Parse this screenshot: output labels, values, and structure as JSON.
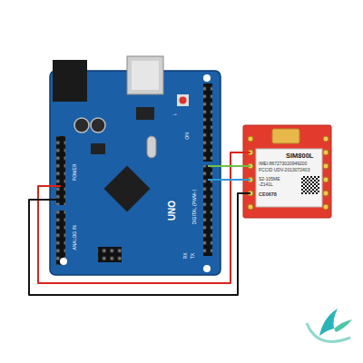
{
  "diagram": {
    "nodes": [
      {
        "text": [
          "UNO"
        ]
      },
      {
        "text": [
          "SIM800L",
          "IMEI:867273020949200",
          "FCCID UDV-2013072403",
          "S2-105ME",
          "-Z141L",
          "CE0678"
        ]
      }
    ],
    "edges": [
      {
        "from": 0,
        "to": 1,
        "arrow": "none"
      },
      {
        "from": 0,
        "to": 1,
        "arrow": "none"
      },
      {
        "from": 0,
        "to": 1,
        "arrow": "none"
      },
      {
        "from": 0,
        "to": 1,
        "arrow": "none"
      }
    ],
    "labels": [
      "DIGITAL (PWM~)",
      "POWER",
      "ANALOG IN",
      "TX",
      "RX",
      "ON",
      "L"
    ]
  }
}
